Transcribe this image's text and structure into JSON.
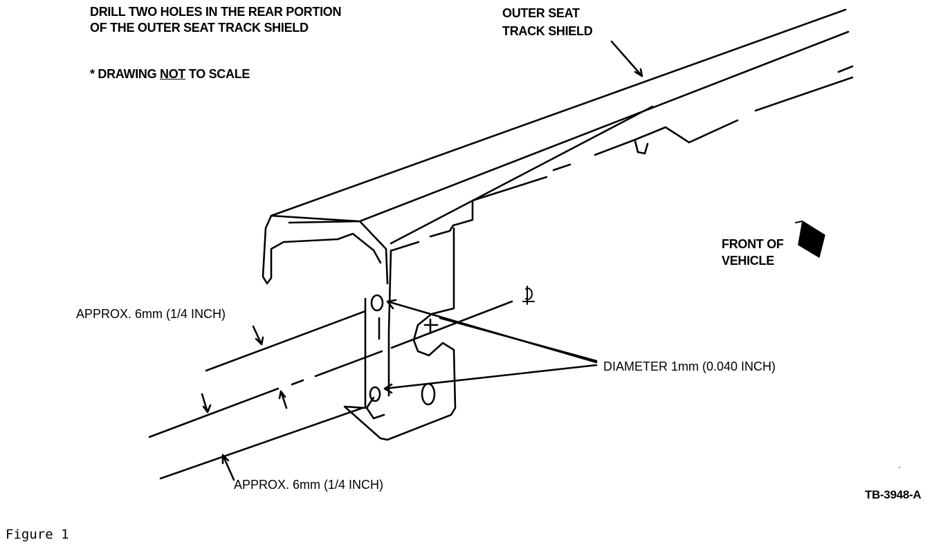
{
  "instructions": {
    "line1": "DRILL TWO HOLES IN THE REAR PORTION",
    "line2": "OF THE OUTER SEAT TRACK SHIELD"
  },
  "scale_note": {
    "prefix": "* DRAWING ",
    "underlined": "NOT",
    "suffix": " TO SCALE"
  },
  "callouts": {
    "shield_line1": "OUTER SEAT",
    "shield_line2": "TRACK SHIELD",
    "front_line1": "FRONT OF",
    "front_line2": "VEHICLE",
    "upper_offset": "APPROX. 6mm (1/4 INCH)",
    "lower_offset": "APPROX. 6mm (1/4 INCH)",
    "diameter": "DIAMETER 1mm (0.040 INCH)",
    "centerline_symbol": "℄"
  },
  "drawing_code": "TB-3948-A",
  "caption": "Figure  1",
  "colors": {
    "ink": "#000000",
    "paper": "#ffffff"
  },
  "icons": [
    "front-direction-arrow-icon",
    "centerline-icon"
  ]
}
